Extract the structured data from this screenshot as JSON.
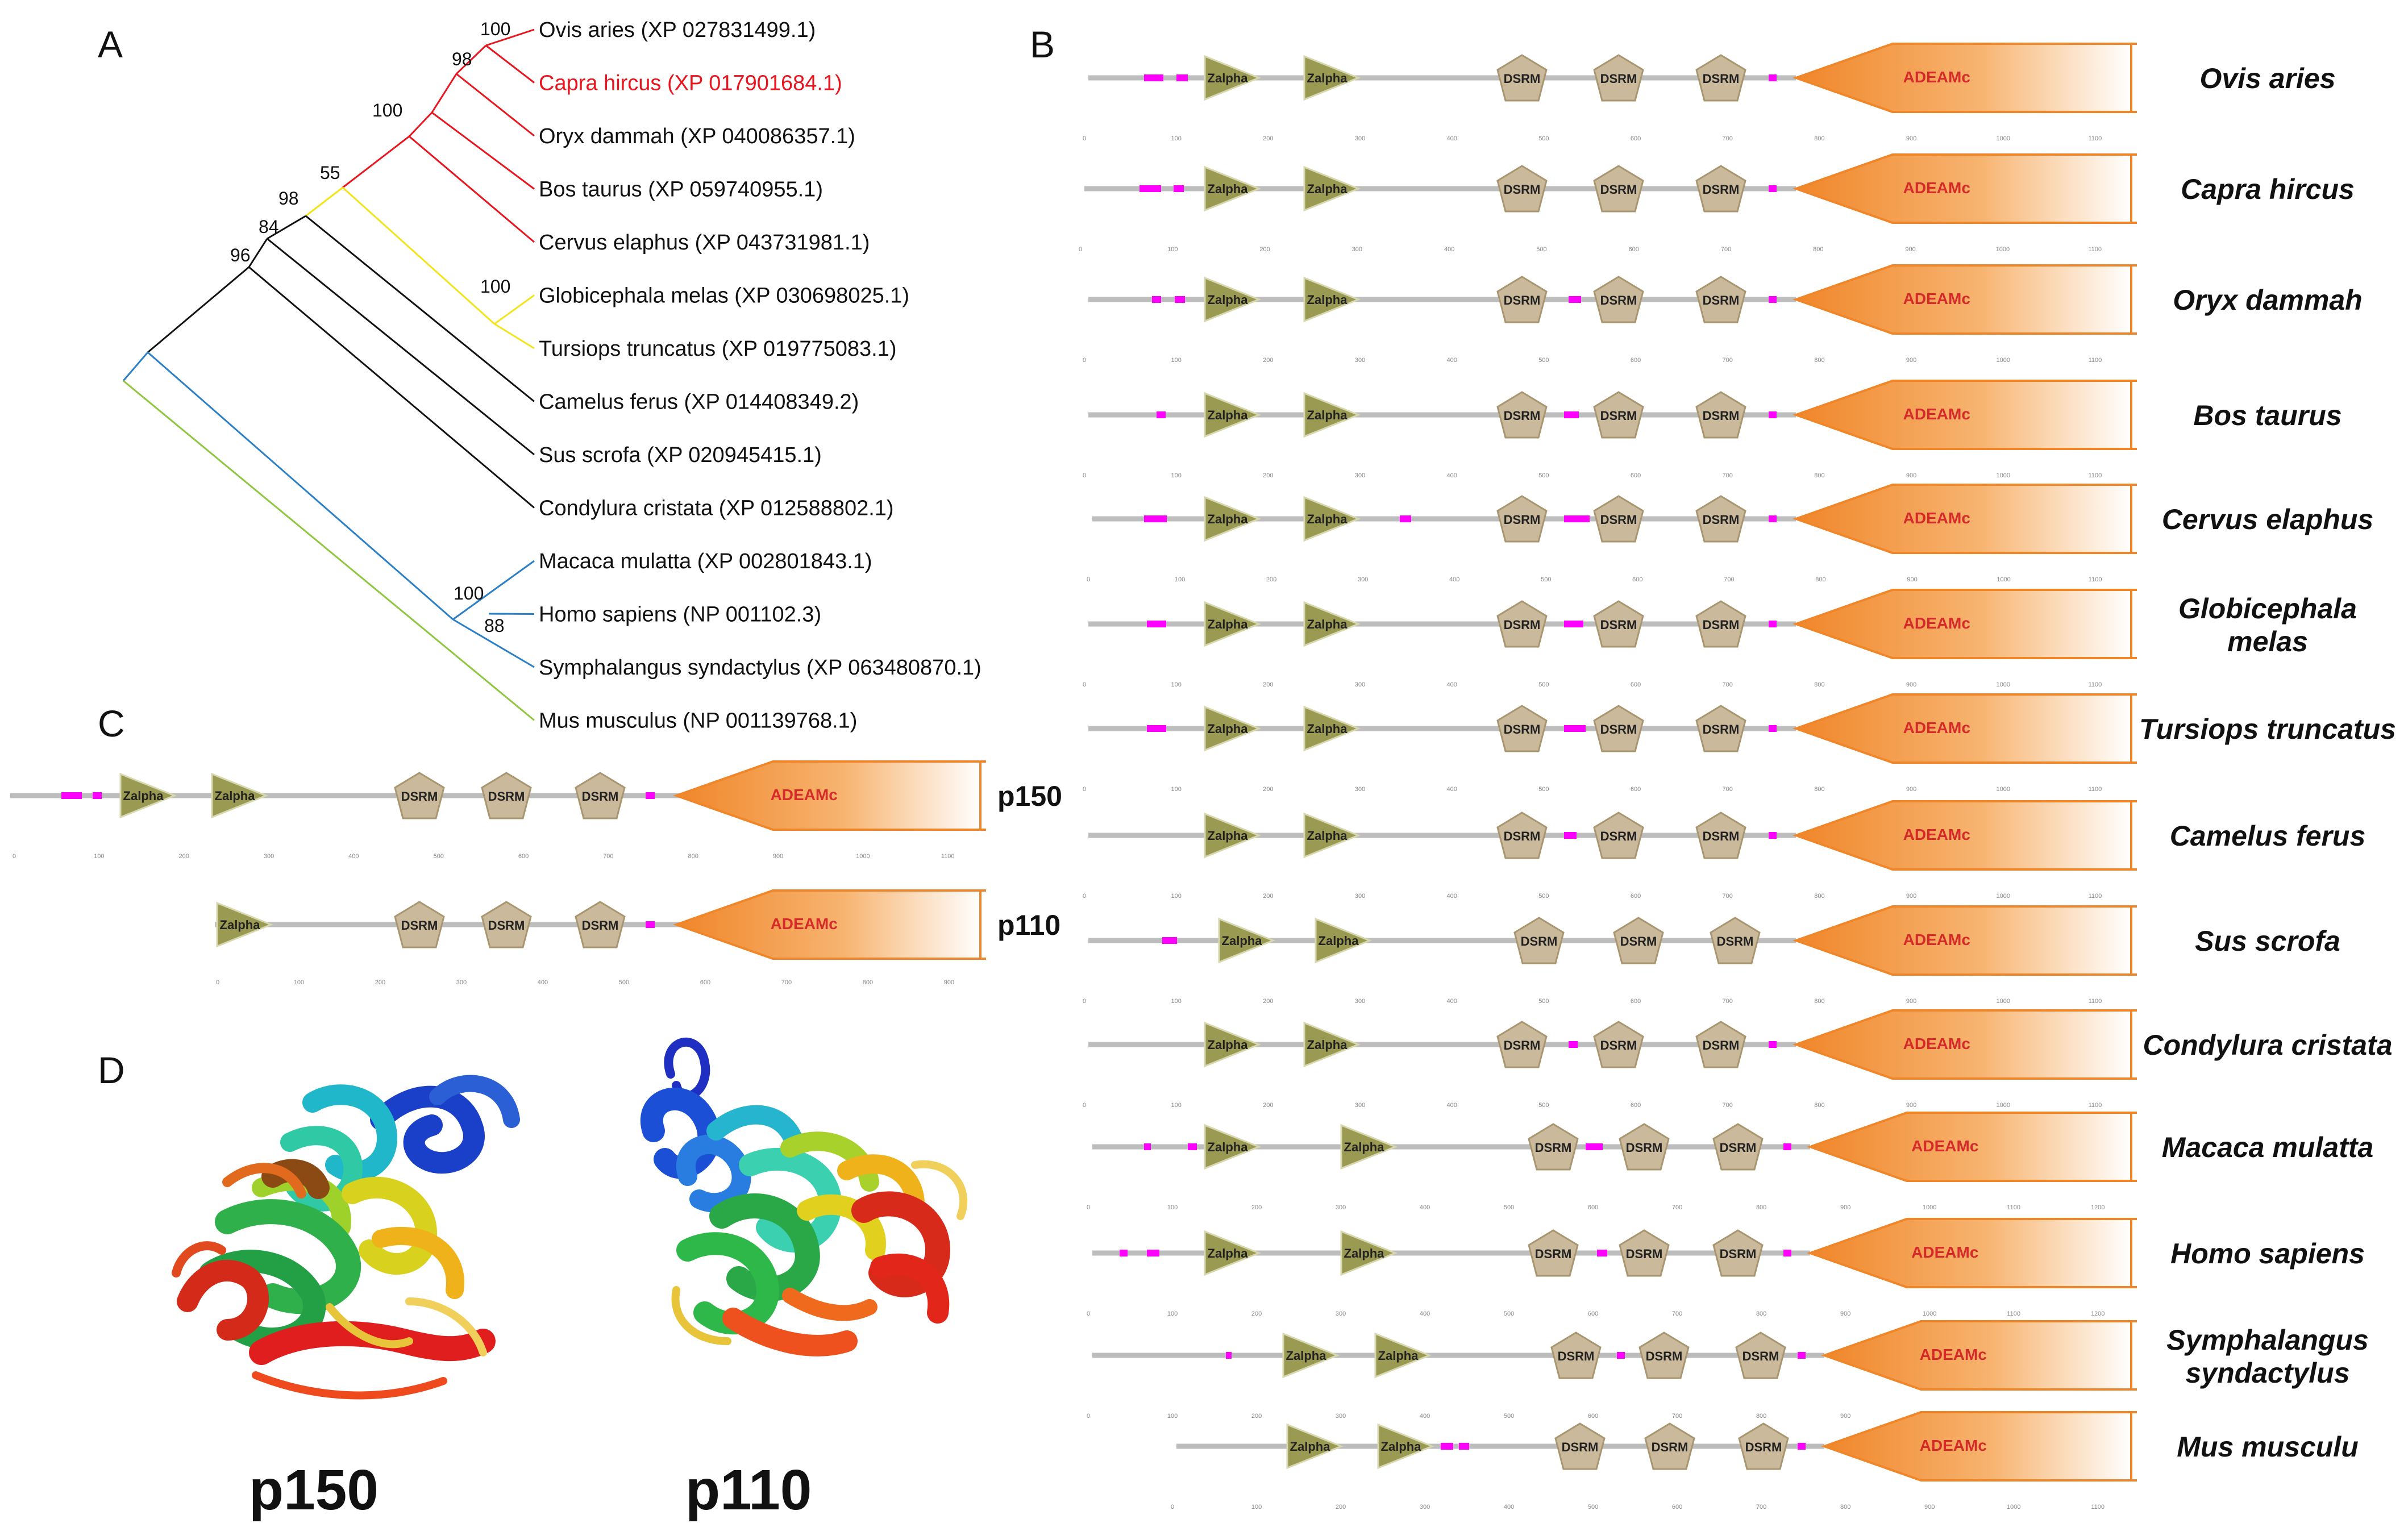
{
  "panels": {
    "a": "A",
    "b": "B",
    "c": "C",
    "d": "D"
  },
  "colors": {
    "red": "#e8141e",
    "yellow": "#f2e41a",
    "black": "#111111",
    "blue": "#2a7fc6",
    "green": "#8ec63f",
    "backbone": "#bdbdbd",
    "linker": "#ff00ff",
    "zalpha": "#9a9a52",
    "dsrm": "#cbb99b",
    "adeamc": "#f0862a",
    "adeamc_text": "#d62a2a",
    "highlight_taxon": "#e8141e"
  },
  "tree": {
    "taxa": [
      "Ovis aries (XP 027831499.1)",
      "Capra hircus (XP 017901684.1)",
      "Oryx dammah (XP 040086357.1)",
      "Bos taurus (XP 059740955.1)",
      "Cervus elaphus (XP 043731981.1)",
      "Globicephala melas (XP 030698025.1)",
      "Tursiops truncatus (XP 019775083.1)",
      "Camelus ferus (XP 014408349.2)",
      "Sus scrofa (XP 020945415.1)",
      "Condylura cristata (XP 012588802.1)",
      "Macaca mulatta (XP 002801843.1)",
      "Homo sapiens (NP 001102.3)",
      "Symphalangus syndactylus (XP 063480870.1)",
      "Mus musculus (NP 001139768.1)"
    ],
    "highlight_index": 1,
    "bootstrap": [
      "100",
      "98",
      "100",
      "55",
      "98",
      "84",
      "96",
      "100",
      "100",
      "88"
    ]
  },
  "domains": {
    "zalpha": "Zalpha",
    "dsrm": "DSRM",
    "adeamc": "ADEAMc"
  },
  "species_b": [
    {
      "lines": [
        "Ovis aries"
      ],
      "ticks": [
        "0",
        "100",
        "200",
        "300",
        "400",
        "500",
        "600",
        "700",
        "800",
        "900",
        "1000",
        "1100"
      ]
    },
    {
      "lines": [
        "Capra hircus"
      ],
      "ticks": [
        "0",
        "100",
        "200",
        "300",
        "400",
        "500",
        "600",
        "700",
        "800",
        "900",
        "1000",
        "1100"
      ]
    },
    {
      "lines": [
        "Oryx dammah"
      ],
      "ticks": [
        "0",
        "100",
        "200",
        "300",
        "400",
        "500",
        "600",
        "700",
        "800",
        "900",
        "1000",
        "1100"
      ]
    },
    {
      "lines": [
        "Bos taurus"
      ],
      "ticks": [
        "0",
        "100",
        "200",
        "300",
        "400",
        "500",
        "600",
        "700",
        "800",
        "900",
        "1000",
        "1100"
      ]
    },
    {
      "lines": [
        "Cervus elaphus"
      ],
      "ticks": [
        "0",
        "100",
        "200",
        "300",
        "400",
        "500",
        "600",
        "700",
        "800",
        "900",
        "1000",
        "1100"
      ]
    },
    {
      "lines": [
        "Globicephala",
        "melas"
      ],
      "ticks": [
        "0",
        "100",
        "200",
        "300",
        "400",
        "500",
        "600",
        "700",
        "800",
        "900",
        "1000",
        "1100"
      ]
    },
    {
      "lines": [
        "Tursiops truncatus"
      ],
      "ticks": [
        "0",
        "100",
        "200",
        "300",
        "400",
        "500",
        "600",
        "700",
        "800",
        "900",
        "1000",
        "1100"
      ]
    },
    {
      "lines": [
        "Camelus ferus"
      ],
      "ticks": [
        "0",
        "100",
        "200",
        "300",
        "400",
        "500",
        "600",
        "700",
        "800",
        "900",
        "1000",
        "1100"
      ]
    },
    {
      "lines": [
        "Sus scrofa"
      ],
      "ticks": [
        "0",
        "100",
        "200",
        "300",
        "400",
        "500",
        "600",
        "700",
        "800",
        "900",
        "1000",
        "1100"
      ]
    },
    {
      "lines": [
        "Condylura cristata"
      ],
      "ticks": [
        "0",
        "100",
        "200",
        "300",
        "400",
        "500",
        "600",
        "700",
        "800",
        "900",
        "1000",
        "1100"
      ]
    },
    {
      "lines": [
        "Macaca mulatta"
      ],
      "ticks": [
        "0",
        "100",
        "200",
        "300",
        "400",
        "500",
        "600",
        "700",
        "800",
        "900",
        "1000",
        "1100",
        "1200"
      ]
    },
    {
      "lines": [
        "Homo sapiens"
      ],
      "ticks": [
        "0",
        "100",
        "200",
        "300",
        "400",
        "500",
        "600",
        "700",
        "800",
        "900",
        "1000",
        "1100",
        "1200"
      ]
    },
    {
      "lines": [
        "Symphalangus",
        "syndactylus"
      ],
      "ticks": [
        "0",
        "100",
        "200",
        "300",
        "400",
        "500",
        "600",
        "700",
        "800",
        "900",
        "1000",
        "1100",
        "1200"
      ]
    },
    {
      "lines": [
        "Mus musculu"
      ],
      "ticks": [
        "0",
        "100",
        "200",
        "300",
        "400",
        "500",
        "600",
        "700",
        "800",
        "900",
        "1000",
        "1100"
      ]
    }
  ],
  "isoforms": {
    "p150": {
      "label": "p150",
      "ticks": [
        "0",
        "100",
        "200",
        "300",
        "400",
        "500",
        "600",
        "700",
        "800",
        "900",
        "1000",
        "1100"
      ]
    },
    "p110": {
      "label": "p110",
      "ticks": [
        "0",
        "100",
        "200",
        "300",
        "400",
        "500",
        "600",
        "700",
        "800",
        "900"
      ]
    }
  },
  "structures": {
    "p150": "p150",
    "p110": "p110"
  }
}
